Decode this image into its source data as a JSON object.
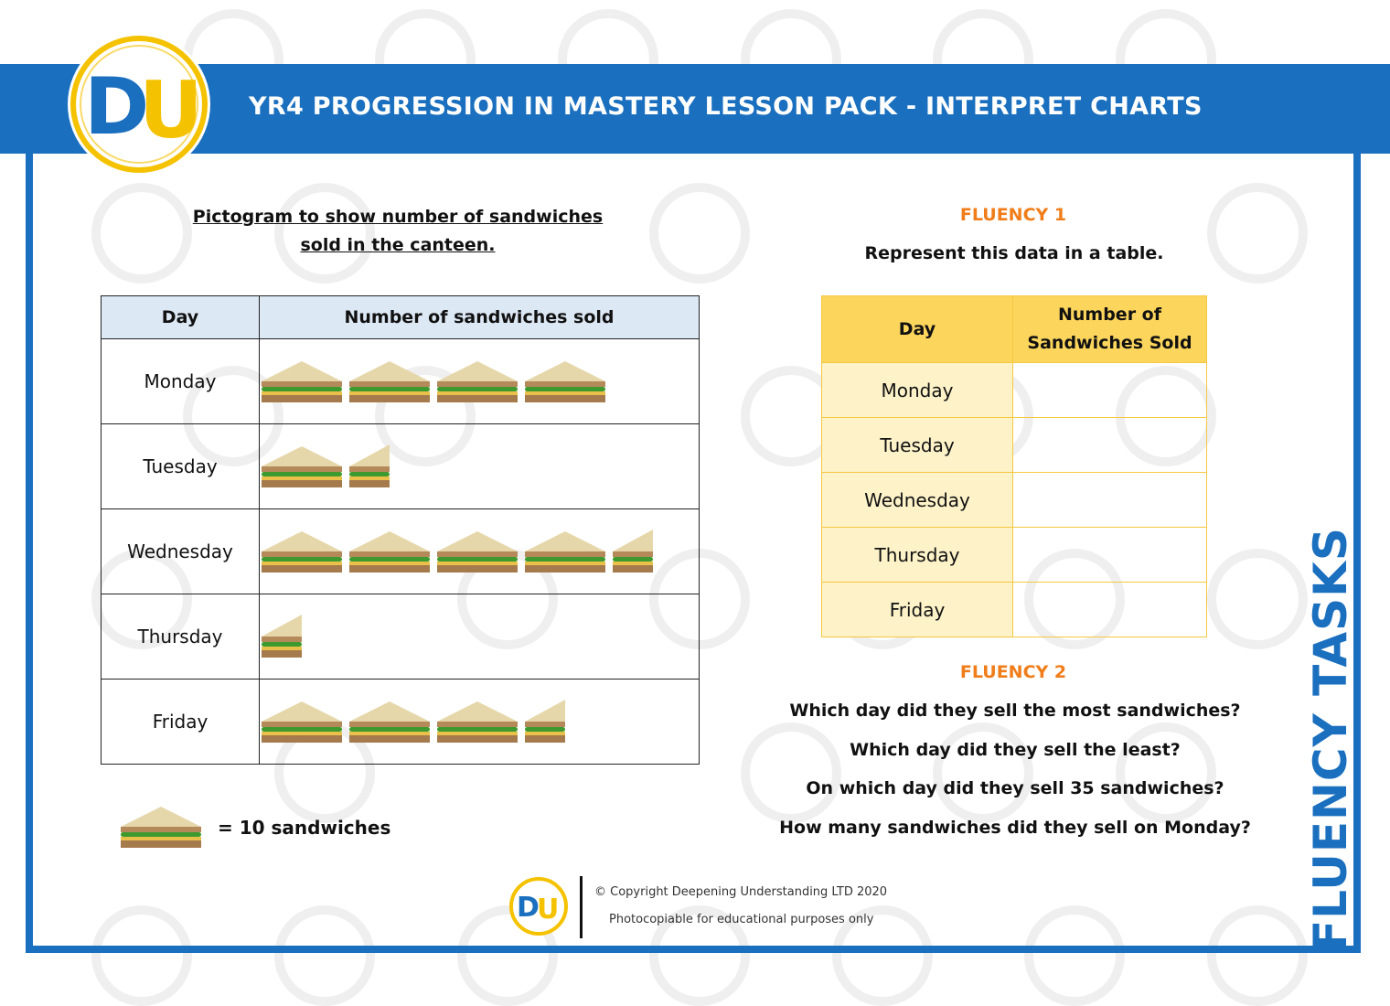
{
  "header": {
    "title": "YR4 PROGRESSION IN MASTERY LESSON PACK - INTERPRET CHARTS",
    "logo_text": "DU"
  },
  "side_label": "FLUENCY TASKS",
  "pictogram": {
    "title_line1": "Pictogram to show number of sandwiches",
    "title_line2": "sold in the canteen.",
    "col_day": "Day",
    "col_count": "Number of sandwiches sold",
    "rows": [
      {
        "day": "Monday",
        "symbols": 4
      },
      {
        "day": "Tuesday",
        "symbols": 1.5
      },
      {
        "day": "Wednesday",
        "symbols": 4.5
      },
      {
        "day": "Thursday",
        "symbols": 0.5
      },
      {
        "day": "Friday",
        "symbols": 3.5
      }
    ],
    "key_text": "= 10 sandwiches"
  },
  "fluency1": {
    "heading": "FLUENCY 1",
    "instruction": "Represent this data in a table.",
    "col_day": "Day",
    "col_count_line1": "Number of",
    "col_count_line2": "Sandwiches Sold",
    "days": [
      "Monday",
      "Tuesday",
      "Wednesday",
      "Thursday",
      "Friday"
    ]
  },
  "fluency2": {
    "heading": "FLUENCY 2",
    "questions": [
      "Which day did they sell the most sandwiches?",
      "Which day did they sell the least?",
      "On which day did they sell 35 sandwiches?",
      "How many sandwiches did they sell on Monday?"
    ]
  },
  "footer": {
    "copyright": "© Copyright Deepening Understanding LTD 2020",
    "note": "Photocopiable for educational purposes only"
  },
  "colors": {
    "brand_blue": "#1a6fbf",
    "brand_yellow": "#f5c200",
    "fluency_orange": "#f07d1a",
    "table_yellow": "#fcd55c"
  }
}
